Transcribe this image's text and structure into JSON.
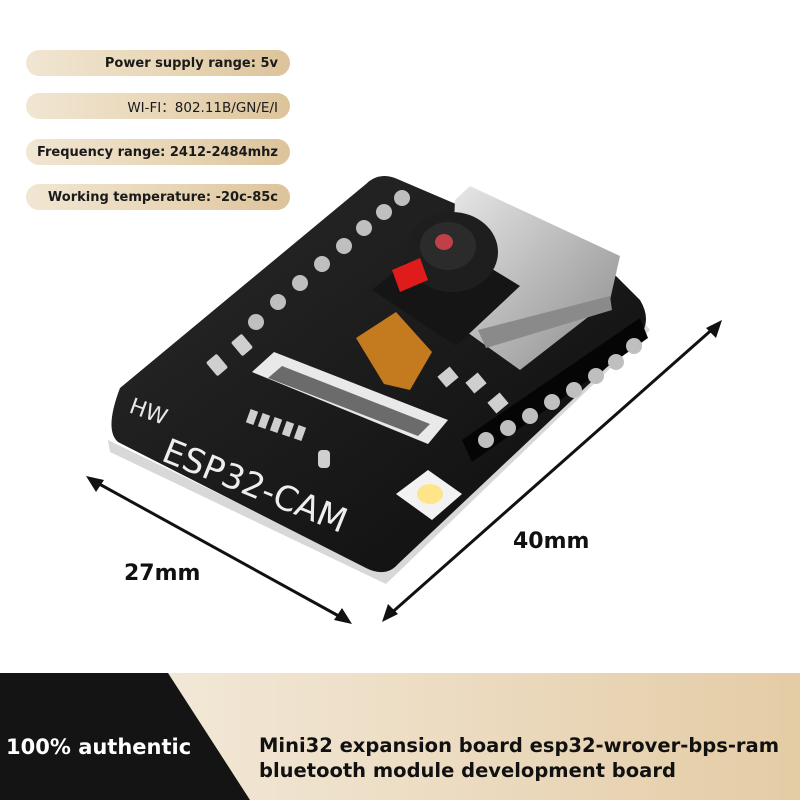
{
  "specs": [
    {
      "label": "Power supply range: 5v"
    },
    {
      "label": "WI-FI：802.11B/GN/E/I"
    },
    {
      "label": "Frequency range: 2412-2484mhz"
    },
    {
      "label": "Working temperature: -20c-85c"
    }
  ],
  "board": {
    "brand_mark": "HW",
    "model": "ESP32-CAM"
  },
  "dimensions": {
    "width": "27mm",
    "length": "40mm"
  },
  "footer": {
    "badge": "100% authentic",
    "description": "Mini32 expansion board esp32-wrover-bps-ram bluetooth module development board"
  }
}
